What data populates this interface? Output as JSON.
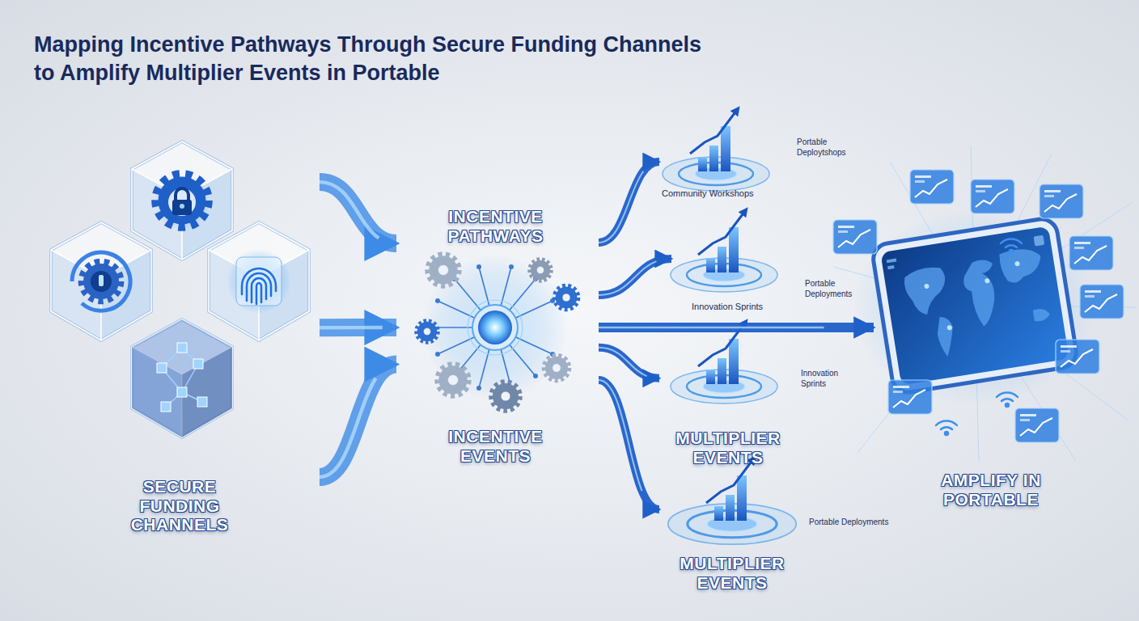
{
  "diagram": {
    "title": "Mapping Incentive Pathways Through Secure Funding Channels to Amplify Multiplier Events in Portable",
    "nodes": [
      {
        "text": [
          "SECURE FUNDING CHANNELS"
        ]
      },
      {
        "text": [
          "INCENTIVE PATHWAYS",
          "INCENTIVE EVENTS"
        ]
      },
      {
        "text": [
          "Portable Deploytshops",
          "Community Workshops"
        ]
      },
      {
        "text": [
          "Portable Deployments",
          "Innovation Sprints"
        ]
      },
      {
        "text": [
          "Innovation Sprints",
          "MULTIPLIER EVENTS"
        ]
      },
      {
        "text": [
          "Portable Deployments",
          "MULTIPLIER EVENTS"
        ]
      },
      {
        "text": [
          "AMPLIFY IN PORTABLE"
        ]
      }
    ],
    "edges": [
      {
        "from": 0,
        "to": 1,
        "arrow": "to"
      },
      {
        "from": 0,
        "to": 1,
        "arrow": "to"
      },
      {
        "from": 0,
        "to": 1,
        "arrow": "to"
      },
      {
        "from": 1,
        "to": 2,
        "arrow": "to"
      },
      {
        "from": 1,
        "to": 3,
        "arrow": "to"
      },
      {
        "from": 1,
        "to": 6,
        "arrow": "to"
      },
      {
        "from": 1,
        "to": 4,
        "arrow": "to"
      },
      {
        "from": 1,
        "to": 5,
        "arrow": "to"
      }
    ]
  }
}
